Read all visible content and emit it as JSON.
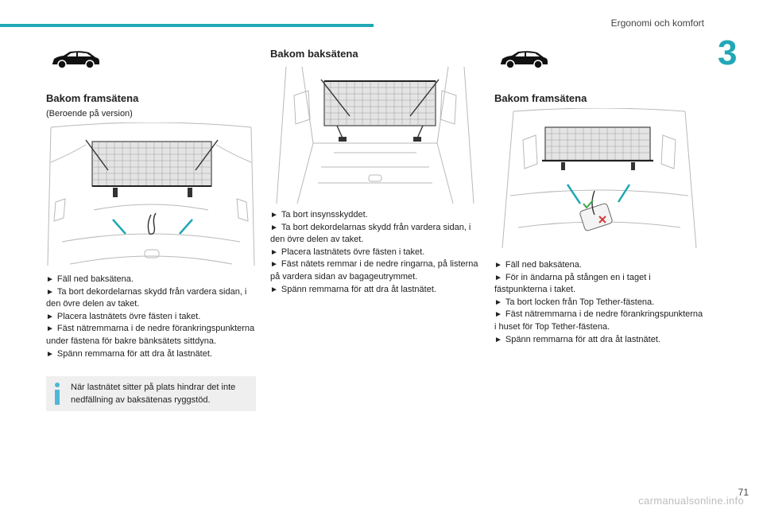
{
  "header": {
    "section_title": "Ergonomi och komfort",
    "chapter": "3"
  },
  "col1": {
    "heading": "Bakom framsätena",
    "subtext": "(Beroende på version)",
    "steps": [
      "Fäll ned baksätena.",
      "Ta bort dekordelarnas skydd från vardera sidan, i den övre delen av taket.",
      "Placera lastnätets övre fästen i taket.",
      "Fäst nätremmarna i de nedre förankringspunkterna under fästena för bakre bänksätets sittdyna.",
      "Spänn remmarna för att dra åt lastnätet."
    ],
    "info": "När lastnätet sitter på plats hindrar det inte nedfällning av baksätenas ryggstöd."
  },
  "col2": {
    "heading": "Bakom baksätena",
    "steps": [
      "Ta bort insynsskyddet.",
      "Ta bort dekordelarnas skydd från vardera sidan, i den övre delen av taket.",
      "Placera lastnätets övre fästen i taket.",
      "Fäst nätets remmar i de nedre ringarna, på listerna på vardera sidan av bagageutrymmet.",
      "Spänn remmarna för att dra åt lastnätet."
    ]
  },
  "col3": {
    "heading": "Bakom framsätena",
    "steps": [
      "Fäll ned baksätena.",
      "För in ändarna på stången en i taget i fästpunkterna i taket.",
      "Ta bort locken från Top Tether-fästena.",
      "Fäst nätremmarna i de nedre förankringspunkterna i huset för Top Tether-fästena.",
      "Spänn remmarna för att dra åt lastnätet."
    ]
  },
  "step_marker": "►",
  "page_number": "71",
  "watermark": "carmanualsonline.info",
  "colors": {
    "accent": "#21a7b6",
    "info_bg": "#efefef",
    "info_icon": "#4fb8d8"
  }
}
